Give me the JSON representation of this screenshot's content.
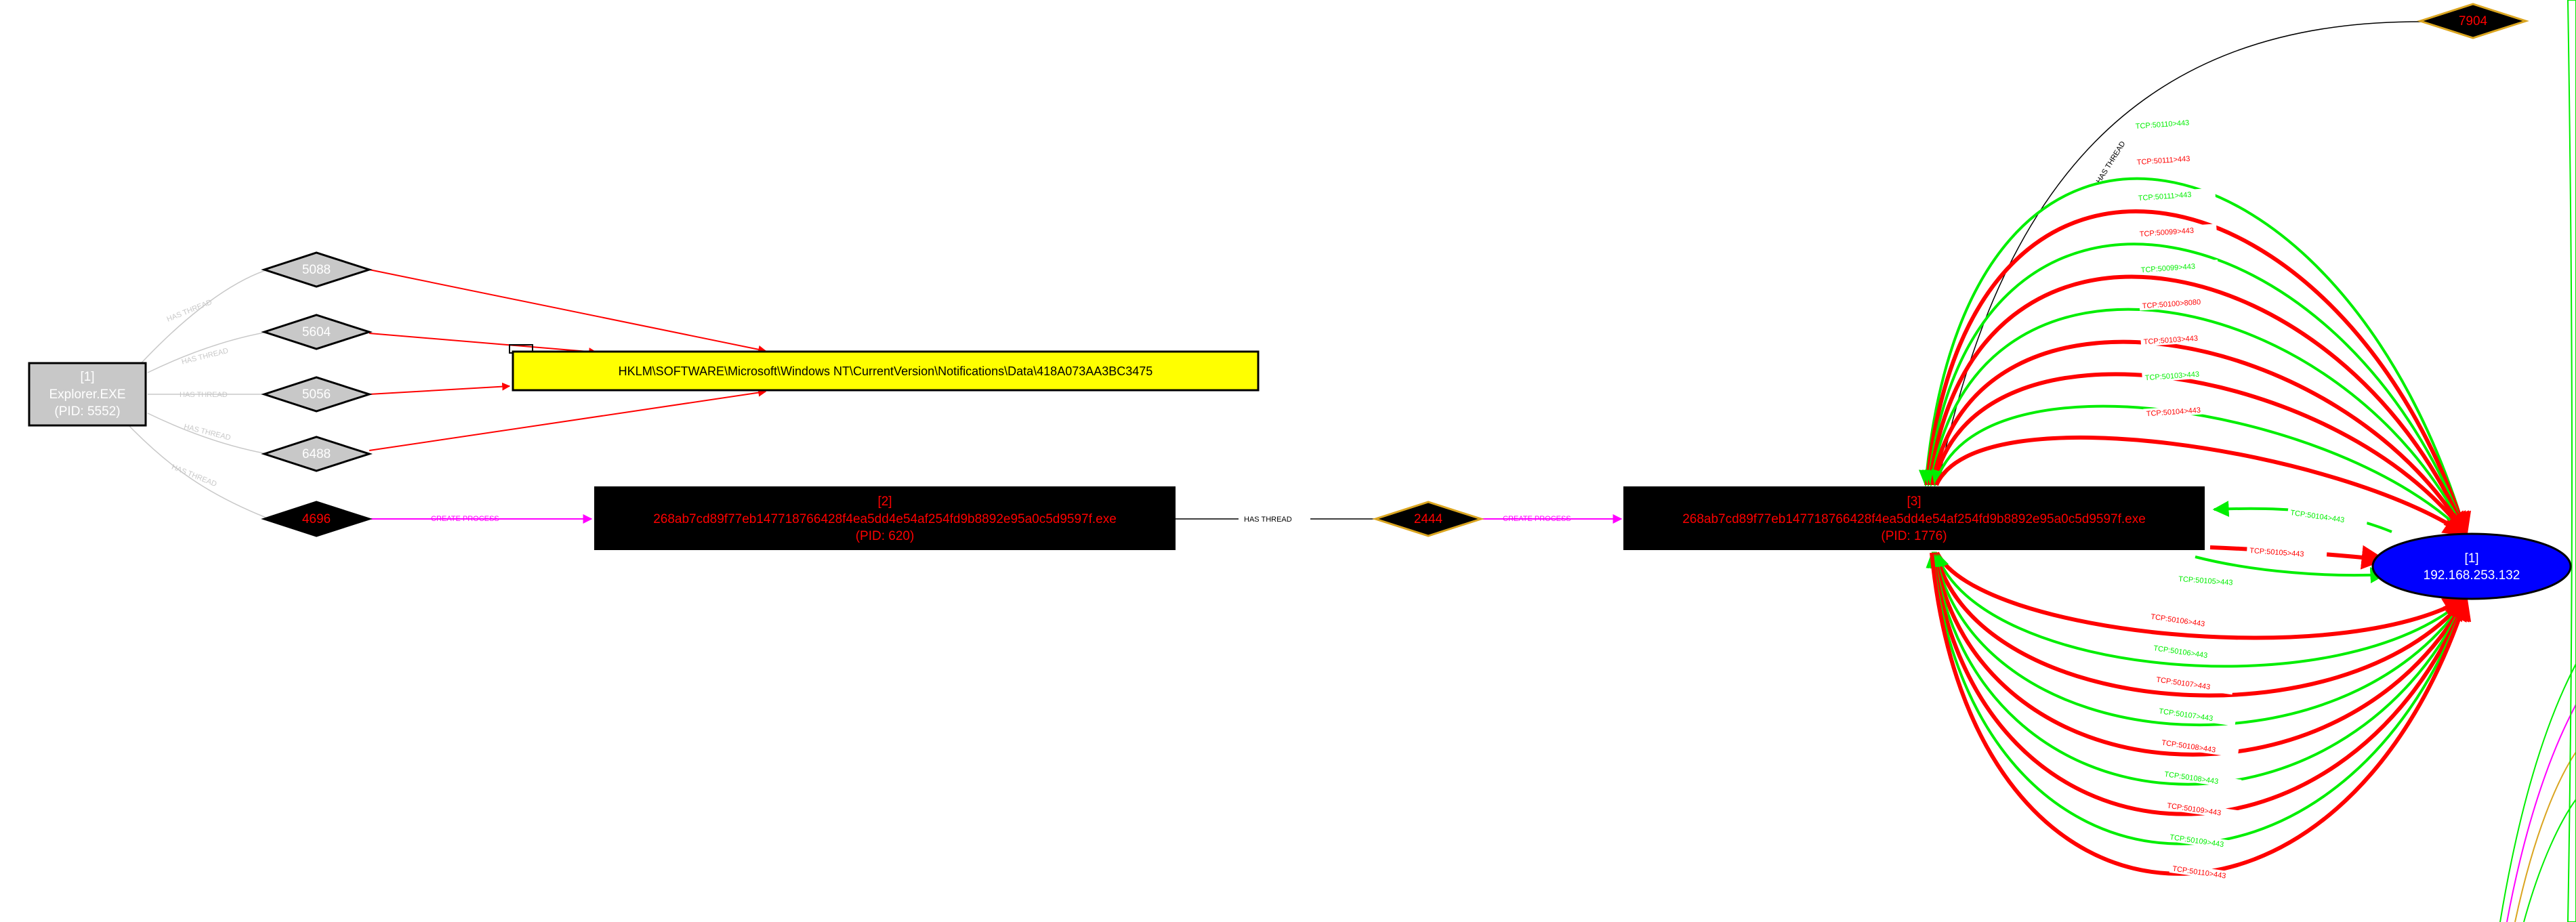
{
  "colors": {
    "process_gray": "#c8c8c8",
    "process_black": "#000000",
    "registry_fill": "#ffff00",
    "ip_fill": "#0000ff",
    "thread_orange_border": "#daa520",
    "edge_red": "#ff0000",
    "edge_green": "#00ee00",
    "edge_magenta": "#ff00ff",
    "edge_gray": "#c8c8c8",
    "edge_black": "#000000"
  },
  "nodes": {
    "explorer": {
      "id": "[1]",
      "name": "Explorer.EXE",
      "pid": "(PID: 5552)"
    },
    "t5088": {
      "label": "5088"
    },
    "t5604": {
      "label": "5604"
    },
    "t5056": {
      "label": "5056"
    },
    "t6488": {
      "label": "6488"
    },
    "t4696": {
      "label": "4696"
    },
    "t2444": {
      "label": "2444"
    },
    "t7904": {
      "label": "7904"
    },
    "registry": {
      "label": "HKLM\\SOFTWARE\\Microsoft\\Windows NT\\CurrentVersion\\Notifications\\Data\\418A073AA3BC3475"
    },
    "proc2": {
      "id": "[2]",
      "name": "268ab7cd89f77eb147718766428f4ea5dd4e54af254fd9b8892e95a0c5d9597f.exe",
      "pid": "(PID: 620)"
    },
    "proc3": {
      "id": "[3]",
      "name": "268ab7cd89f77eb147718766428f4ea5dd4e54af254fd9b8892e95a0c5d9597f.exe",
      "pid": "(PID: 1776)"
    },
    "ip": {
      "id": "[1]",
      "address": "192.168.253.132"
    }
  },
  "edge_labels": {
    "has_thread": "HAS THREAD",
    "create_process": "CREATE PROCESS"
  },
  "tcp_edges": [
    {
      "label": "TCP:50110>443",
      "color": "green"
    },
    {
      "label": "TCP:50111>443",
      "color": "red"
    },
    {
      "label": "TCP:50111>443",
      "color": "green"
    },
    {
      "label": "TCP:50099>443",
      "color": "red"
    },
    {
      "label": "TCP:50099>443",
      "color": "green"
    },
    {
      "label": "TCP:50100>8080",
      "color": "red"
    },
    {
      "label": "TCP:50103>443",
      "color": "red"
    },
    {
      "label": "TCP:50103>443",
      "color": "green"
    },
    {
      "label": "TCP:50104>443",
      "color": "red"
    },
    {
      "label": "TCP:50104>443",
      "color": "green"
    },
    {
      "label": "TCP:50105>443",
      "color": "red"
    },
    {
      "label": "TCP:50105>443",
      "color": "green"
    },
    {
      "label": "TCP:50106>443",
      "color": "red"
    },
    {
      "label": "TCP:50106>443",
      "color": "green"
    },
    {
      "label": "TCP:50107>443",
      "color": "red"
    },
    {
      "label": "TCP:50107>443",
      "color": "green"
    },
    {
      "label": "TCP:50108>443",
      "color": "red"
    },
    {
      "label": "TCP:50108>443",
      "color": "green"
    },
    {
      "label": "TCP:50109>443",
      "color": "red"
    },
    {
      "label": "TCP:50109>443",
      "color": "green"
    },
    {
      "label": "TCP:50110>443",
      "color": "red"
    }
  ]
}
